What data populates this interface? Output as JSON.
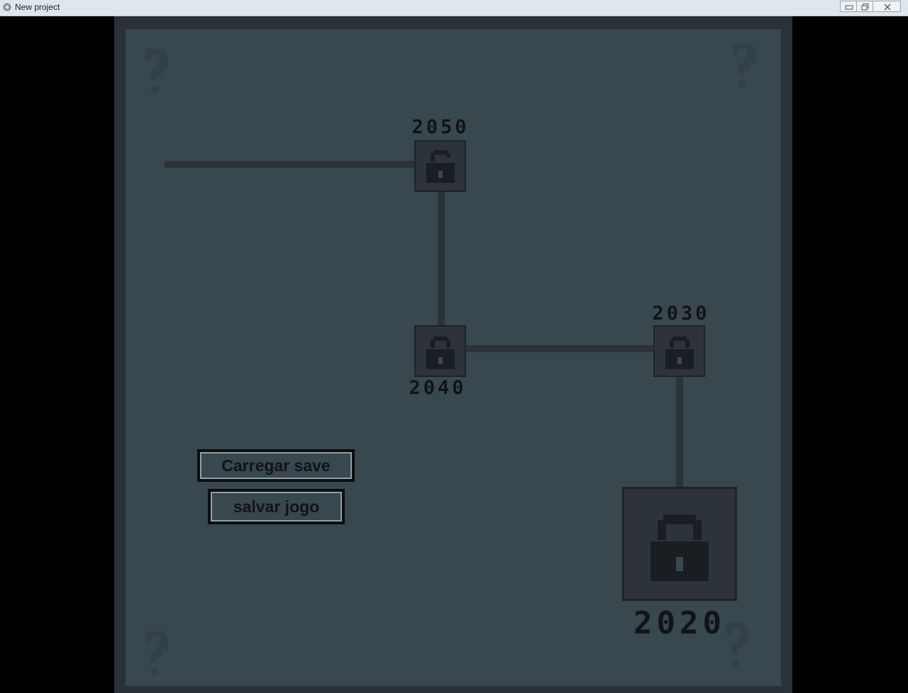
{
  "window": {
    "title": "New project",
    "icon": "gear-icon",
    "controls": [
      "minimize-icon",
      "restore-icon",
      "close-icon"
    ]
  },
  "colors": {
    "board_bg": "#39474e",
    "frame_bg": "#2a3238",
    "node_bg": "#2c3339",
    "lock": "#1a1e22",
    "text": "#111417"
  },
  "timeline": {
    "nodes": [
      {
        "year": "2050",
        "status": "unlocked",
        "icon": "unlocked-padlock-icon"
      },
      {
        "year": "2040",
        "status": "locked",
        "icon": "padlock-icon"
      },
      {
        "year": "2030",
        "status": "locked",
        "icon": "padlock-icon"
      },
      {
        "year": "2020",
        "status": "locked",
        "icon": "padlock-icon",
        "current": true
      }
    ]
  },
  "menu": {
    "load_label": "Carregar save",
    "save_label": "salvar jogo"
  },
  "decorations": [
    "question-mark-icon",
    "question-mark-icon",
    "question-mark-icon",
    "question-mark-icon"
  ]
}
